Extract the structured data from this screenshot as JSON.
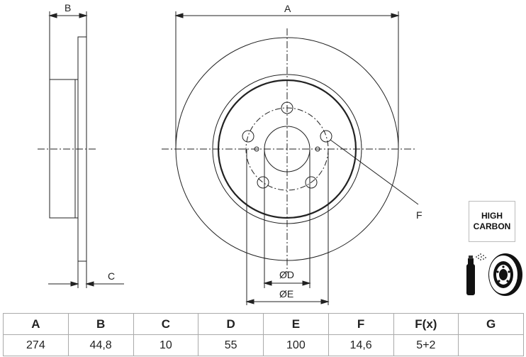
{
  "drawing": {
    "side_view": {
      "dim_B": "B",
      "dim_C": "C"
    },
    "front_view": {
      "dim_A": "A",
      "dim_D": "ØD",
      "dim_E": "ØE",
      "dim_F": "F"
    },
    "line_color": "#222222"
  },
  "badge": {
    "line1": "HIGH",
    "line2": "CARBON"
  },
  "coating_icon": "spray-can-disc-icon",
  "spec_table": {
    "headers": [
      "A",
      "B",
      "C",
      "D",
      "E",
      "F",
      "F(x)",
      "G"
    ],
    "values": [
      "274",
      "44,8",
      "10",
      "55",
      "100",
      "14,6",
      "5+2",
      ""
    ]
  }
}
